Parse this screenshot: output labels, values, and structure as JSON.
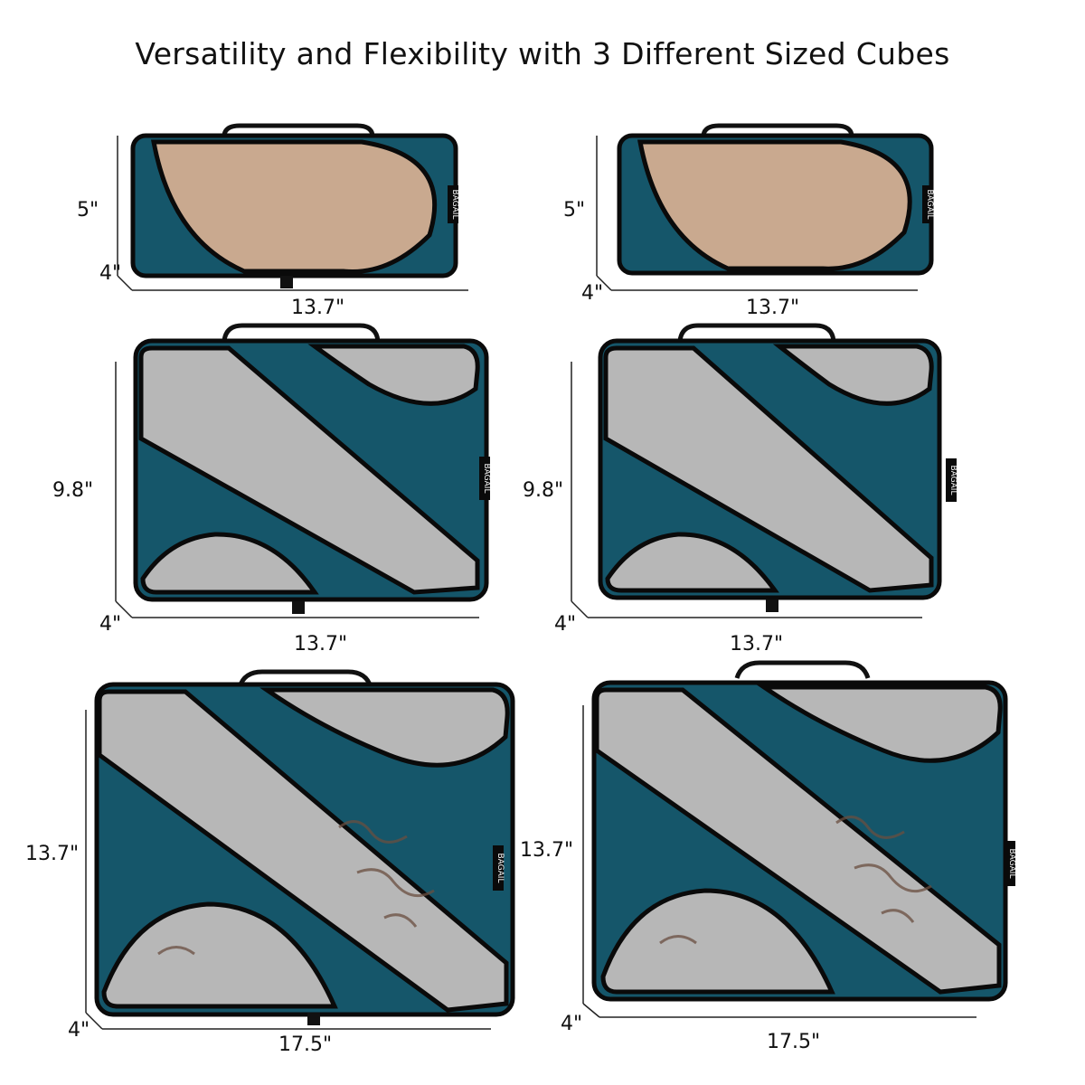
{
  "title": "Versatility and Flexibility with 3 Different Sized Cubes",
  "brand": "BAGAIL",
  "colors": {
    "fabric": "#15566a",
    "fabric_dark": "#0f4453",
    "mesh_small": "#c9a98f",
    "mesh_gray": "#b7b7b7",
    "binding": "#0a0a0a"
  },
  "cubes": [
    {
      "size": "small",
      "height": "5\"",
      "depth": "4\"",
      "width": "13.7\""
    },
    {
      "size": "small",
      "height": "5\"",
      "depth": "4\"",
      "width": "13.7\""
    },
    {
      "size": "medium",
      "height": "9.8\"",
      "depth": "4\"",
      "width": "13.7\""
    },
    {
      "size": "medium",
      "height": "9.8\"",
      "depth": "4\"",
      "width": "13.7\""
    },
    {
      "size": "large",
      "height": "13.7\"",
      "depth": "4\"",
      "width": "17.5\""
    },
    {
      "size": "large",
      "height": "13.7\"",
      "depth": "4\"",
      "width": "17.5\""
    }
  ]
}
